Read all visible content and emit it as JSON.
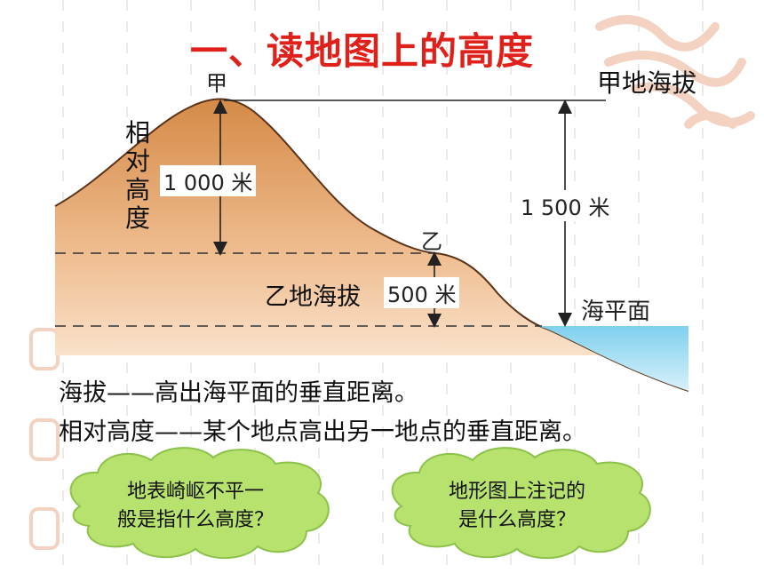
{
  "title": "一、读地图上的高度",
  "labels": {
    "peak_a": "甲",
    "peak_b": "乙",
    "a_altitude": "甲地海拔",
    "relative_height_vertical": "相对高度",
    "relative_height_value": "1 000 米",
    "a_altitude_value": "1 500 米",
    "b_altitude": "乙地海拔",
    "b_altitude_value": "500 米",
    "sea_level": "海平面"
  },
  "definitions": [
    "海拔——高出海平面的垂直距离。",
    "相对高度——某个地点高出另一地点的垂直距离。"
  ],
  "questions": [
    {
      "line1": "地表崎岖不平一",
      "line2": "般是指什么高度？"
    },
    {
      "line1": "地形图上注记的",
      "line2": "是什么高度？"
    }
  ],
  "colors": {
    "title": "#e0201a",
    "land_top": "#d9904f",
    "land_bottom": "#fbe3cc",
    "sea": "#7fd0ee",
    "cloud": "#b7e26e"
  }
}
